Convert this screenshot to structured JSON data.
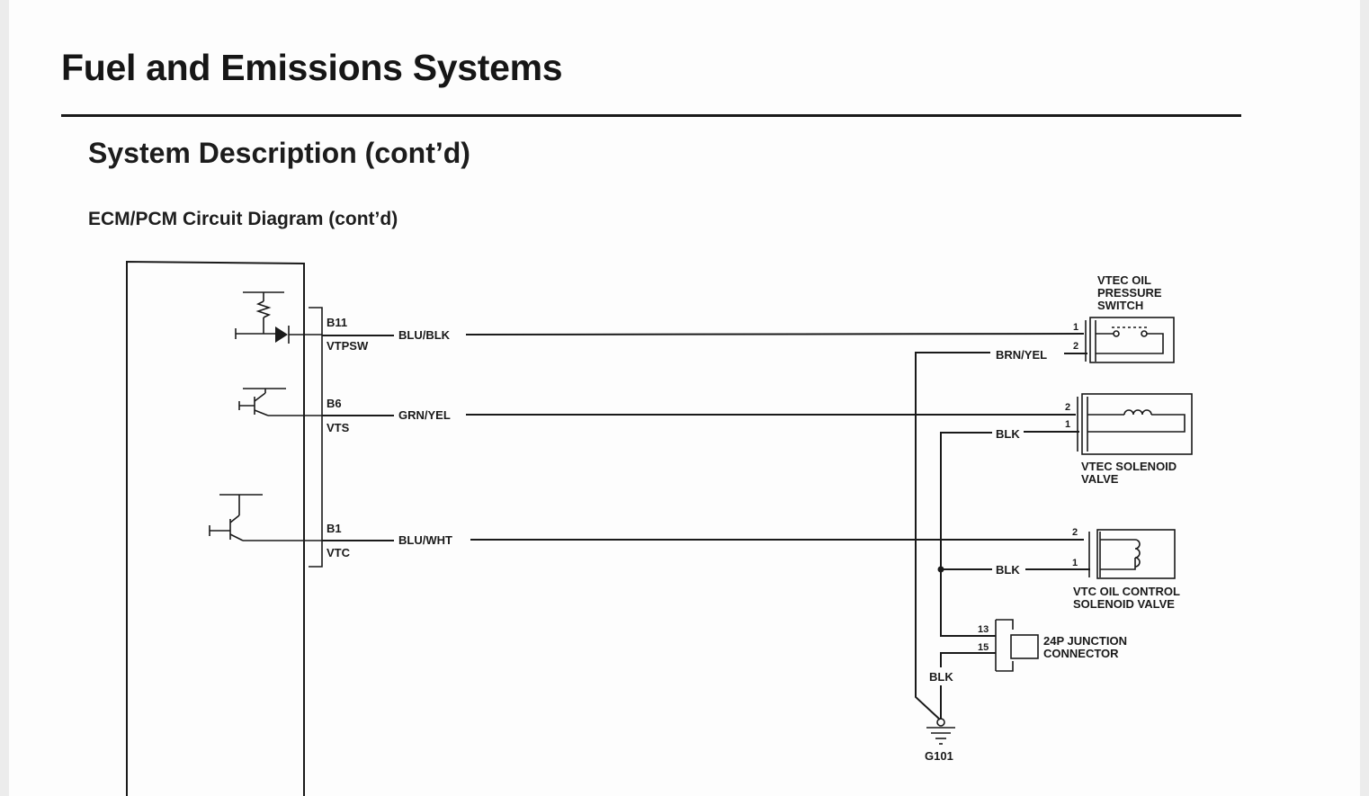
{
  "header": {
    "title": "Fuel and Emissions Systems",
    "section": "System Description (cont’d)",
    "subsection": "ECM/PCM Circuit Diagram (cont’d)"
  },
  "diagram": {
    "ecm_terminals": [
      {
        "pin": "B11",
        "name": "VTPSW",
        "wire": "BLU/BLK"
      },
      {
        "pin": "B6",
        "name": "VTS",
        "wire": "GRN/YEL"
      },
      {
        "pin": "B1",
        "name": "VTC",
        "wire": "BLU/WHT"
      }
    ],
    "components": {
      "vtec_oil_pressure_switch": {
        "label_lines": [
          "VTEC OIL",
          "PRESSURE",
          "SWITCH"
        ],
        "pin1": "1",
        "pin2": "2"
      },
      "vtec_solenoid_valve": {
        "label_lines": [
          "VTEC SOLENOID",
          "VALVE"
        ],
        "pin2": "2",
        "pin1": "1"
      },
      "vtc_oil_control_solenoid_valve": {
        "label_lines": [
          "VTC OIL CONTROL",
          "SOLENOID VALVE"
        ],
        "pin2": "2",
        "pin1": "1"
      },
      "junction_connector": {
        "label_lines": [
          "24P JUNCTION",
          "CONNECTOR"
        ],
        "pin13": "13",
        "pin15": "15"
      }
    },
    "ground_wires": {
      "switch_ground": "BRN/YEL",
      "solenoid_ground": "BLK",
      "vtc_ground": "BLK",
      "junction_ground": "BLK"
    },
    "ground": {
      "label": "G101"
    }
  }
}
